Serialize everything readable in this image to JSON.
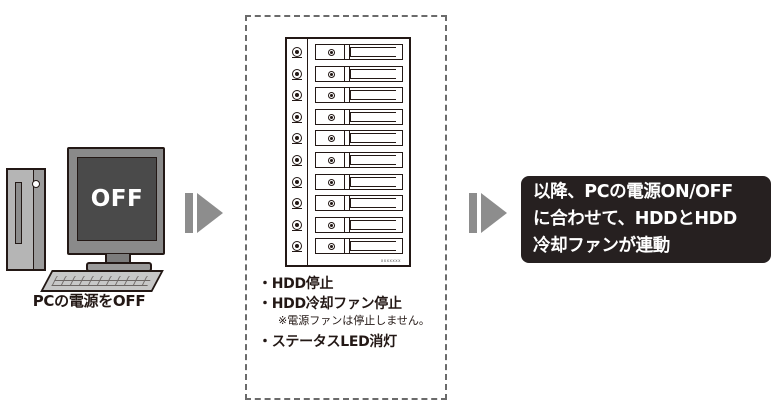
{
  "pc": {
    "screen_text": "OFF",
    "caption": "PCの電源をOFF"
  },
  "colors": {
    "arrow": "#8d8d8d",
    "result_box": "#262020",
    "panel_border": "#6b6b6b"
  },
  "hdd_enclosure": {
    "bay_count": 10,
    "brand_text": "xxxxxxx"
  },
  "status_list": {
    "items": [
      "・HDD停止",
      "・HDD冷却ファン停止",
      "・ステータスLED消灯"
    ],
    "note": "※電源ファンは停止しません。"
  },
  "result": {
    "lines": [
      "以降、PCの電源ON/OFF",
      "に合わせて、HDDとHDD",
      "冷却ファンが連動"
    ]
  }
}
